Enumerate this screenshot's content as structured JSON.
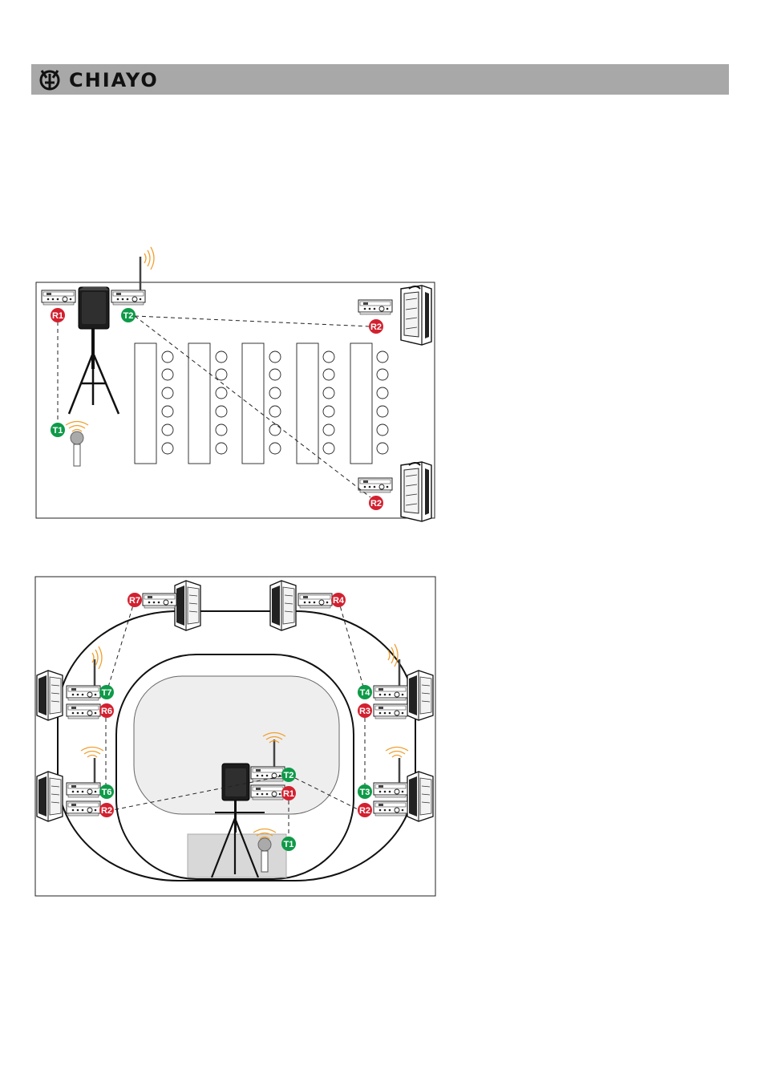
{
  "brand": {
    "name": "CHIAYO",
    "logo_icon": "chiayo-emblem-icon"
  },
  "colors": {
    "header_bar": "#a8a8a8",
    "receiver_badge": "#d3202f",
    "transmitter_badge": "#0e9a48",
    "signal_waves": "#f0a030",
    "inner_area": "#eeeeee"
  },
  "diagram1": {
    "labels": {
      "r1": "R1",
      "t2": "T2",
      "r2_top": "R2",
      "t1": "T1",
      "r2_bottom": "R2"
    }
  },
  "diagram2": {
    "labels": {
      "r7": "R7",
      "r4": "R4",
      "t7": "T7",
      "r6": "R6",
      "t4": "T4",
      "r3": "R3",
      "t6": "T6",
      "r2_left": "R2",
      "t2": "T2",
      "r1": "R1",
      "t3": "T3",
      "r2_right": "R2",
      "t1": "T1"
    }
  }
}
